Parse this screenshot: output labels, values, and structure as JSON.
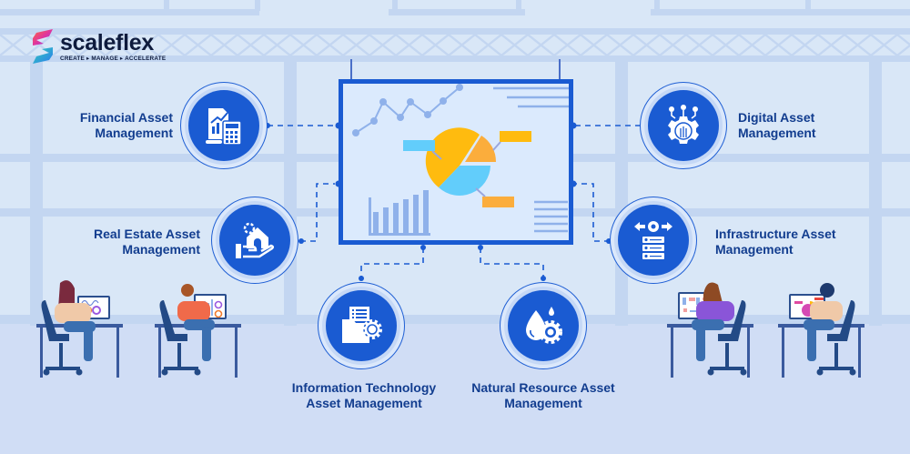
{
  "brand": {
    "name": "scaleflex",
    "tagline": "CREATE ▸ MANAGE ▸ ACCELERATE"
  },
  "dashboard_board": {
    "icon": "analytics-dashboard-icon",
    "elements": [
      "line-chart",
      "pie-chart",
      "bar-chart",
      "text-lines"
    ]
  },
  "categories": [
    {
      "id": "financial",
      "label_line1": "Financial Asset",
      "label_line2": "Management",
      "icon": "financial-report-calculator-icon"
    },
    {
      "id": "digital",
      "label_line1": "Digital Asset",
      "label_line2": "Management",
      "icon": "digital-gear-circuit-icon"
    },
    {
      "id": "real-estate",
      "label_line1": "Real Estate Asset",
      "label_line2": "Management",
      "icon": "house-in-hand-icon"
    },
    {
      "id": "infrastructure",
      "label_line1": "Infrastructure Asset",
      "label_line2": "Management",
      "icon": "server-gear-arrows-icon"
    },
    {
      "id": "it",
      "label_line1": "Information Technology",
      "label_line2": "Asset Management",
      "icon": "folder-gear-icon"
    },
    {
      "id": "natural-resource",
      "label_line1": "Natural Resource Asset",
      "label_line2": "Management",
      "icon": "water-drop-gear-icon"
    }
  ],
  "colors": {
    "background": "#d9e7f7",
    "floor": "#d0ddf5",
    "beam": "#c3d6f1",
    "accent_blue": "#1a5bd2",
    "label_text": "#123d8f",
    "pie_yellow": "#ffbb0f",
    "pie_cyan": "#62cdfb",
    "pie_orange": "#fbad3c",
    "chart_light_blue": "#8fb1ea"
  }
}
